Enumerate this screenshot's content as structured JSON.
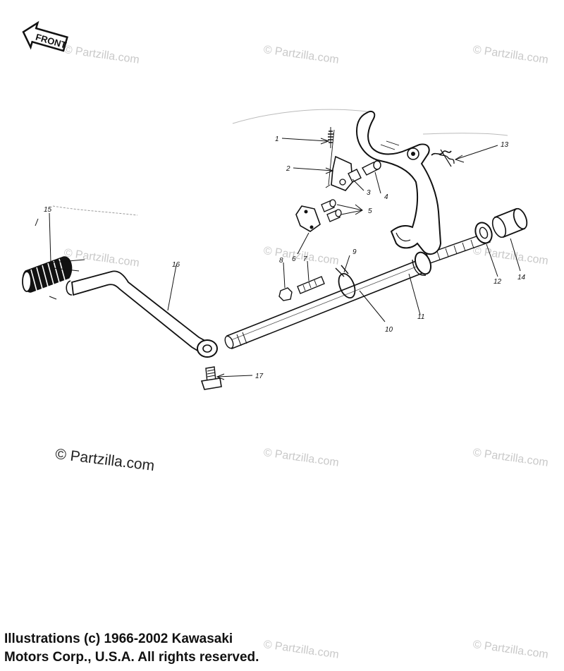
{
  "front_badge": {
    "label": "FRONT"
  },
  "watermark": {
    "text": "© Partzilla.com"
  },
  "callouts": [
    "1",
    "2",
    "3",
    "4",
    "5",
    "6",
    "7",
    "8",
    "9",
    "10",
    "11",
    "12",
    "13",
    "14",
    "15",
    "16",
    "17"
  ],
  "copyright": {
    "line1": "Illustrations (c) 1966-2002 Kawasaki",
    "line2": "Motors Corp., U.S.A.  All rights reserved."
  }
}
